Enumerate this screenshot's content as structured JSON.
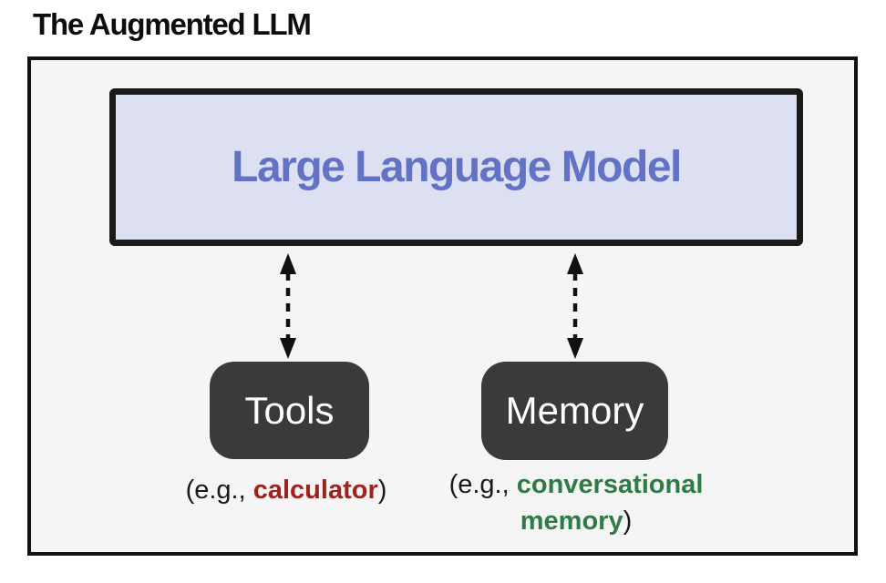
{
  "title": "The Augmented LLM",
  "colors": {
    "page_background": "#ffffff",
    "canvas_background": "#f5f5f6",
    "canvas_border": "#101010",
    "llm_fill": "#dce0f2",
    "llm_border": "#1a1a1a",
    "llm_text": "#6272c4",
    "node_fill": "#3a3a3a",
    "node_text": "#ffffff",
    "arrow": "#111111",
    "caption_text": "#1a1a1a",
    "calculator_red": "#9d231f",
    "memory_green": "#2e7b45"
  },
  "diagram": {
    "llm": {
      "label": "Large Language Model"
    },
    "arrows": [
      {
        "name": "llm-to-tools",
        "style": "dashed-double-headed"
      },
      {
        "name": "llm-to-memory",
        "style": "dashed-double-headed"
      }
    ],
    "nodes": [
      {
        "label": "Tools",
        "caption": {
          "prefix": "(e.g., ",
          "highlight": "calculator",
          "suffix": ")"
        }
      },
      {
        "label": "Memory",
        "caption": {
          "prefix": "(e.g., ",
          "highlight": "conversational memory",
          "suffix": ")"
        }
      }
    ]
  }
}
